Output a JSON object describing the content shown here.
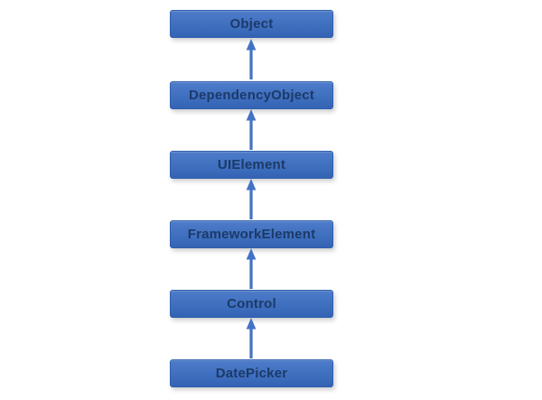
{
  "diagram": {
    "type": "inheritance-hierarchy",
    "nodes": [
      {
        "label": "Object"
      },
      {
        "label": "DependencyObject"
      },
      {
        "label": "UIElement"
      },
      {
        "label": "FrameworkElement"
      },
      {
        "label": "Control"
      },
      {
        "label": "DatePicker"
      }
    ],
    "edges": [
      {
        "from": "DependencyObject",
        "to": "Object",
        "direction": "up"
      },
      {
        "from": "UIElement",
        "to": "DependencyObject",
        "direction": "up"
      },
      {
        "from": "FrameworkElement",
        "to": "UIElement",
        "direction": "up"
      },
      {
        "from": "Control",
        "to": "FrameworkElement",
        "direction": "up"
      },
      {
        "from": "DatePicker",
        "to": "Control",
        "direction": "up"
      }
    ],
    "colors": {
      "background": "#ffffff",
      "box_fill_top": "#4e7cc9",
      "box_fill_mid": "#3f6fbf",
      "box_fill_bottom": "#3463b4",
      "box_border": "#2f5fae",
      "label_text": "#1c3a68",
      "arrow": "#4472c4"
    }
  }
}
